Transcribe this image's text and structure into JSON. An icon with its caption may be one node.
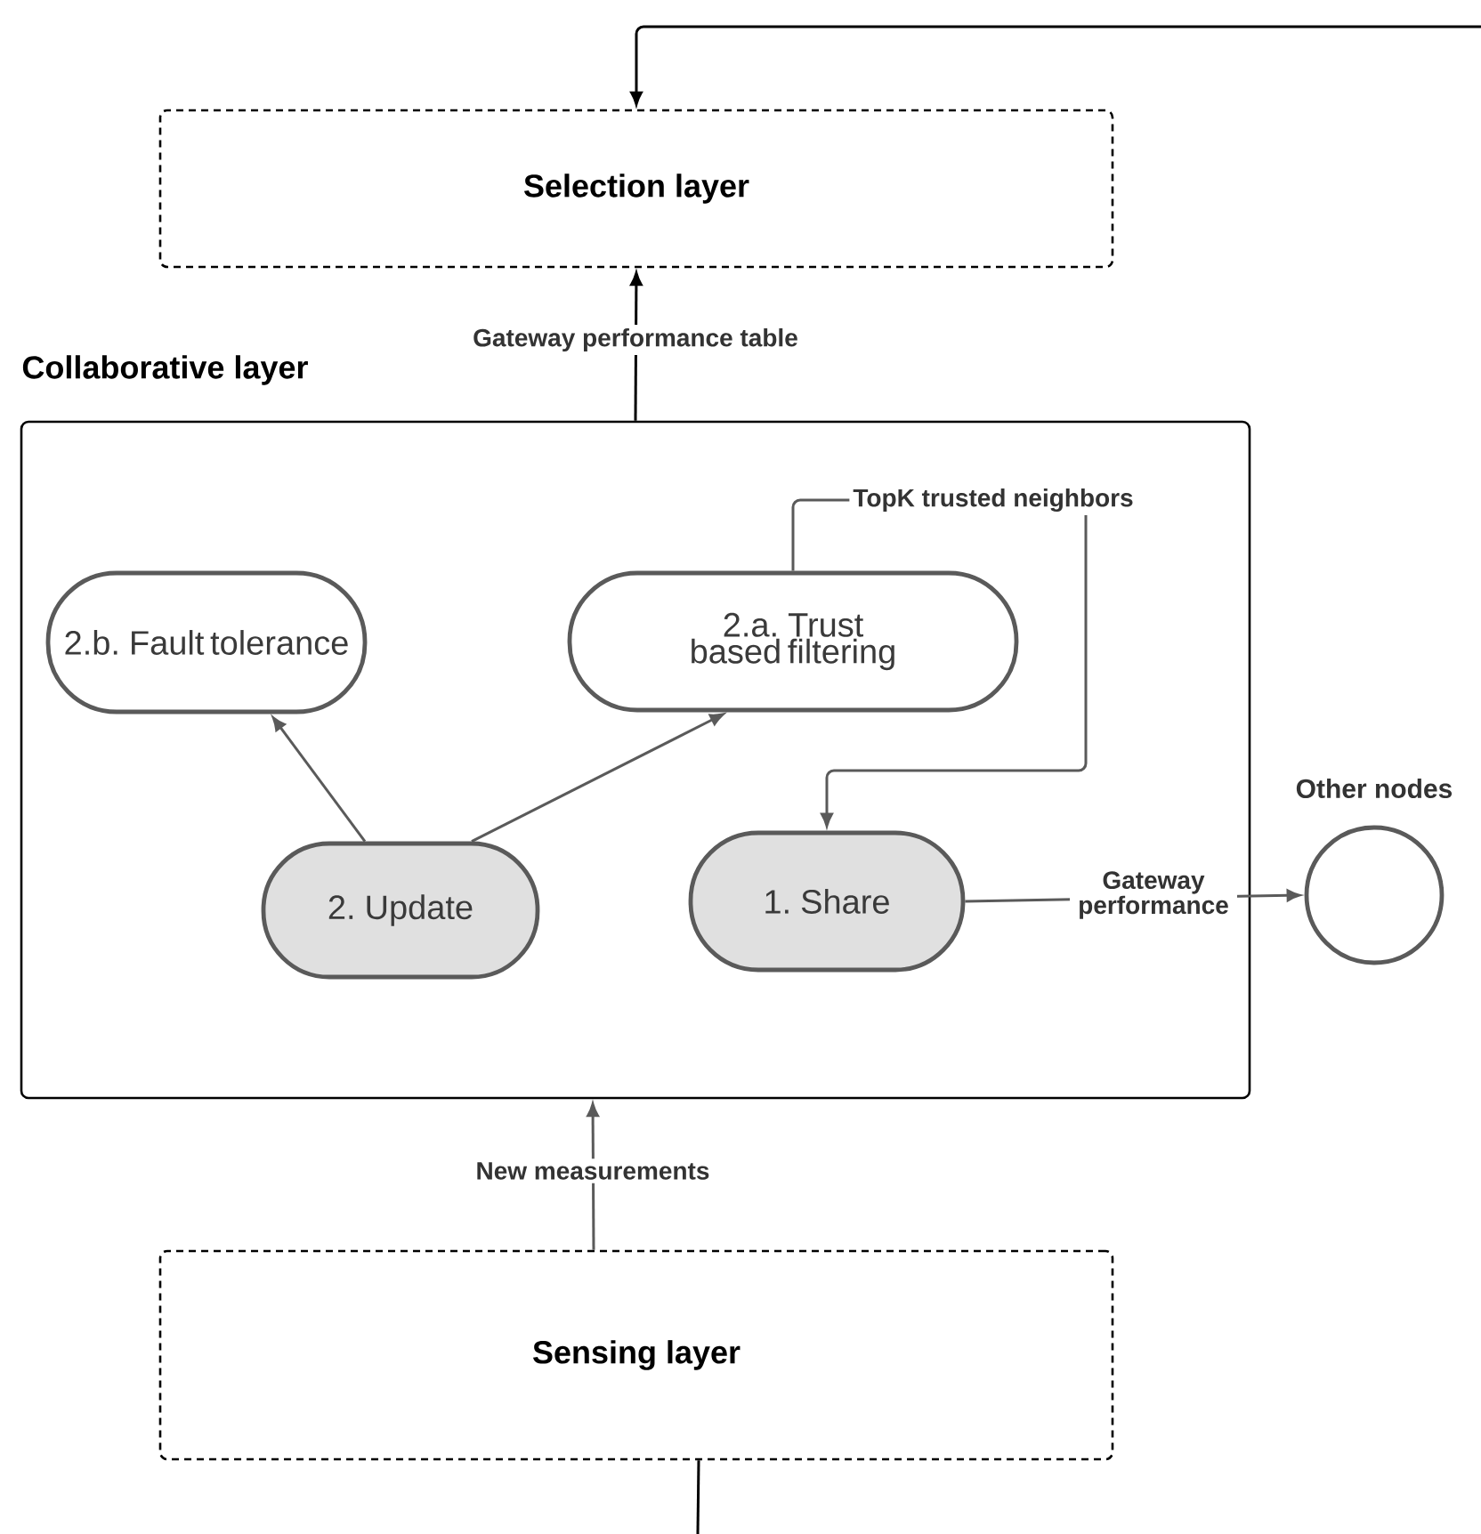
{
  "diagram": {
    "nodes": [
      {
        "text": [
          "Selection layer"
        ]
      },
      {
        "text": [
          "Collaborative layer"
        ]
      },
      {
        "text": [
          "2.b. Fault tolerance"
        ],
        "in": 1
      },
      {
        "text": [
          "2.a. Trust based filtering"
        ],
        "in": 1
      },
      {
        "text": [
          "2. Update"
        ],
        "in": 1
      },
      {
        "text": [
          "1. Share"
        ],
        "in": 1
      },
      {
        "text": [
          "Other nodes"
        ]
      },
      {
        "text": [
          "Sensing layer"
        ]
      }
    ],
    "edges": [
      {
        "from": 7,
        "to": 1,
        "arrow": "to",
        "label": "New measurements"
      },
      {
        "from": 1,
        "to": 0,
        "arrow": "to",
        "label": "Gateway performance table",
        "color": "#000000"
      },
      {
        "from": 4,
        "to": 2,
        "arrow": "to"
      },
      {
        "from": 4,
        "to": 3,
        "arrow": "to"
      },
      {
        "from": 3,
        "to": 5,
        "arrow": "to",
        "label": "TopK trusted neighbors"
      },
      {
        "from": 5,
        "to": 6,
        "arrow": "to",
        "label": "Gateway performance"
      },
      {
        "from": null,
        "to": 0,
        "arrow": "to",
        "color": "#000000"
      },
      {
        "from": 7,
        "to": null,
        "arrow": "none",
        "color": "#000000"
      }
    ]
  }
}
